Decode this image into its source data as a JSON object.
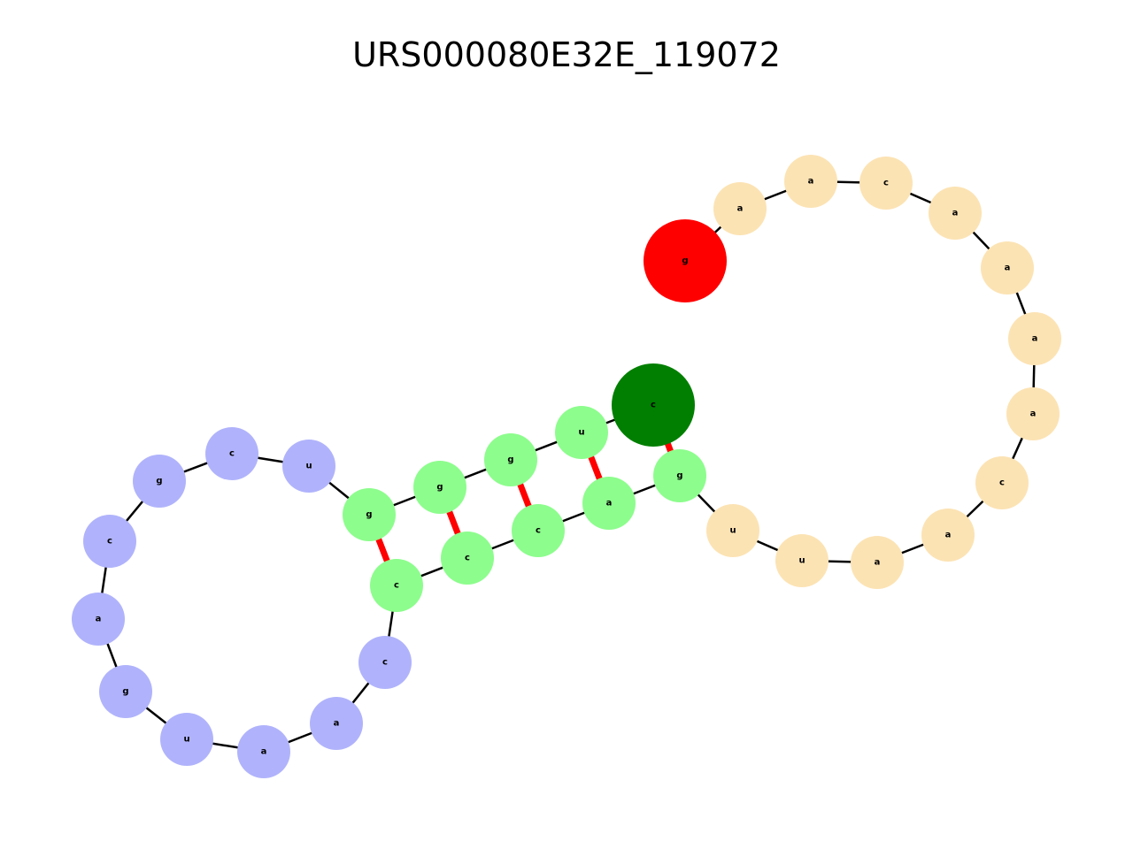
{
  "title": "URS000080E32E_119072",
  "colors": {
    "tail": "#fce3b4",
    "stem": "#8dfd8d",
    "loop": "#b0b3fb",
    "start": "#ff0000",
    "end": "#007f00",
    "backbone": "#000000",
    "pair": "#ff0000"
  },
  "nodes": [
    {
      "id": 0,
      "base": "g",
      "group": "start"
    },
    {
      "id": 1,
      "base": "a",
      "group": "tail"
    },
    {
      "id": 2,
      "base": "a",
      "group": "tail"
    },
    {
      "id": 3,
      "base": "c",
      "group": "tail"
    },
    {
      "id": 4,
      "base": "a",
      "group": "tail"
    },
    {
      "id": 5,
      "base": "a",
      "group": "tail"
    },
    {
      "id": 6,
      "base": "a",
      "group": "tail"
    },
    {
      "id": 7,
      "base": "a",
      "group": "tail"
    },
    {
      "id": 8,
      "base": "c",
      "group": "tail"
    },
    {
      "id": 9,
      "base": "a",
      "group": "tail"
    },
    {
      "id": 10,
      "base": "a",
      "group": "tail"
    },
    {
      "id": 11,
      "base": "u",
      "group": "tail"
    },
    {
      "id": 12,
      "base": "u",
      "group": "tail"
    },
    {
      "id": 13,
      "base": "g",
      "group": "stem"
    },
    {
      "id": 14,
      "base": "a",
      "group": "stem"
    },
    {
      "id": 15,
      "base": "c",
      "group": "stem"
    },
    {
      "id": 16,
      "base": "c",
      "group": "stem"
    },
    {
      "id": 17,
      "base": "c",
      "group": "stem"
    },
    {
      "id": 18,
      "base": "c",
      "group": "loop"
    },
    {
      "id": 19,
      "base": "a",
      "group": "loop"
    },
    {
      "id": 20,
      "base": "a",
      "group": "loop"
    },
    {
      "id": 21,
      "base": "u",
      "group": "loop"
    },
    {
      "id": 22,
      "base": "g",
      "group": "loop"
    },
    {
      "id": 23,
      "base": "a",
      "group": "loop"
    },
    {
      "id": 24,
      "base": "c",
      "group": "loop"
    },
    {
      "id": 25,
      "base": "g",
      "group": "loop"
    },
    {
      "id": 26,
      "base": "c",
      "group": "loop"
    },
    {
      "id": 27,
      "base": "u",
      "group": "loop"
    },
    {
      "id": 28,
      "base": "g",
      "group": "stem"
    },
    {
      "id": 29,
      "base": "g",
      "group": "stem"
    },
    {
      "id": 30,
      "base": "g",
      "group": "stem"
    },
    {
      "id": 31,
      "base": "u",
      "group": "stem"
    },
    {
      "id": 32,
      "base": "c",
      "group": "end"
    }
  ],
  "pairs": [
    [
      13,
      32
    ],
    [
      14,
      31
    ],
    [
      15,
      30
    ],
    [
      16,
      29
    ],
    [
      17,
      28
    ]
  ]
}
